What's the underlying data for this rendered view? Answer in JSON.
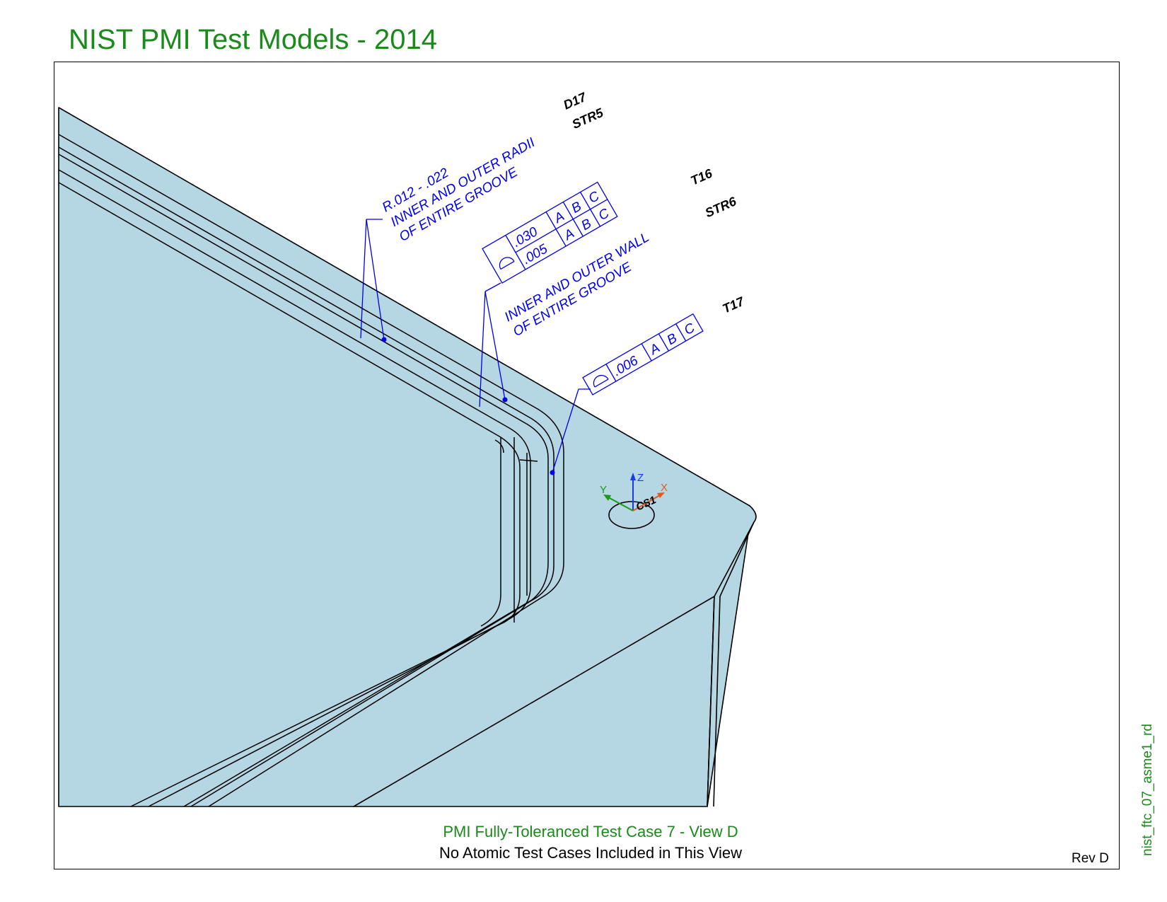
{
  "header": {
    "title": "NIST PMI Test Models - 2014"
  },
  "annotations": {
    "radius_note": {
      "line1": "R.012 - .022",
      "line2": "INNER AND OUTER RADII",
      "line3": "OF ENTIRE GROOVE",
      "id1": "D17",
      "id2": "STR5"
    },
    "profile_frame_t16": {
      "row1": {
        "tolerance": ".030",
        "datums": [
          "A",
          "B",
          "C"
        ]
      },
      "row2": {
        "tolerance": ".005",
        "datums": [
          "A",
          "B",
          "C"
        ]
      },
      "note_line1": "INNER AND OUTER WALL",
      "note_line2": "OF ENTIRE GROOVE",
      "id1": "T16",
      "id2": "STR6"
    },
    "profile_frame_t17": {
      "tolerance": ".006",
      "datums": [
        "A",
        "B",
        "C"
      ],
      "id": "T17"
    },
    "coordinate_system": {
      "label": "CS1",
      "x": "X",
      "y": "Y",
      "z": "Z"
    }
  },
  "footer": {
    "caption": "PMI Fully-Toleranced Test Case 7 - View D",
    "subcaption": "No Atomic Test Cases Included in This View",
    "revision": "Rev D",
    "model_id": "nist_ftc_07_asme1_rd"
  },
  "colors": {
    "title_green": "#1a8a1a",
    "pmi_blue": "#0000ee",
    "part_fill": "#b5d6e3",
    "axis_x": "#e05a1e",
    "axis_y": "#1a9a1a",
    "axis_z": "#1a3aee"
  }
}
